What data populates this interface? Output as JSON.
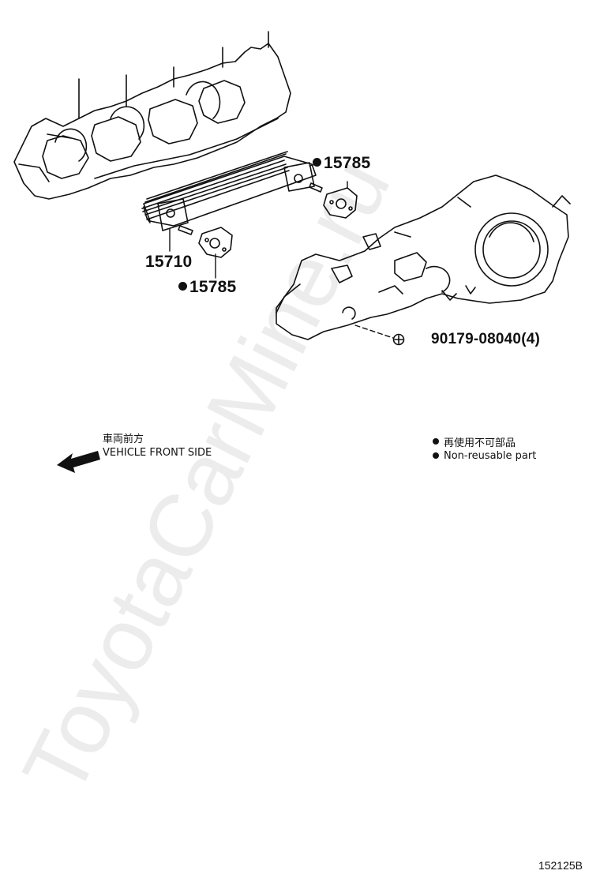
{
  "parts": {
    "gasket_upper": "15785",
    "oil_cooler": "15710",
    "gasket_lower": "15785",
    "nut": "90179-08040(4)"
  },
  "direction": {
    "japanese": "車両前方",
    "english": "VEHICLE FRONT SIDE"
  },
  "legend": {
    "japanese": "再使用不可部品",
    "english": "Non-reusable part"
  },
  "figure_id": "152125B",
  "watermark": "ToyotaCarMine.ru",
  "colors": {
    "ink": "#111111",
    "watermark": "#e8e8e8",
    "background": "#ffffff"
  }
}
